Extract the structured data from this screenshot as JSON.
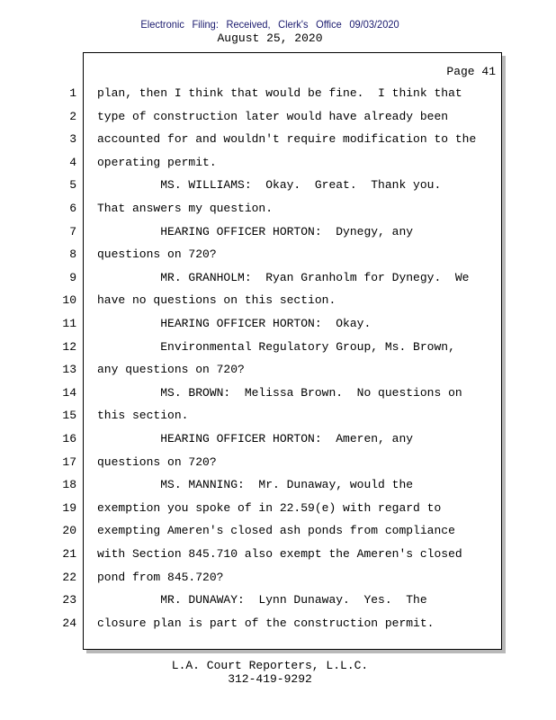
{
  "header": {
    "filing_stamp": "Electronic Filing: Received, Clerk's Office 09/03/2020",
    "date": "August 25, 2020"
  },
  "page": {
    "label": "Page 41",
    "lines": [
      {
        "n": "1",
        "text": "plan, then I think that would be fine.  I think that"
      },
      {
        "n": "2",
        "text": "type of construction later would have already been"
      },
      {
        "n": "3",
        "text": "accounted for and wouldn't require modification to the"
      },
      {
        "n": "4",
        "text": "operating permit."
      },
      {
        "n": "5",
        "text": "         MS. WILLIAMS:  Okay.  Great.  Thank you."
      },
      {
        "n": "6",
        "text": "That answers my question."
      },
      {
        "n": "7",
        "text": "         HEARING OFFICER HORTON:  Dynegy, any"
      },
      {
        "n": "8",
        "text": "questions on 720?"
      },
      {
        "n": "9",
        "text": "         MR. GRANHOLM:  Ryan Granholm for Dynegy.  We"
      },
      {
        "n": "10",
        "text": "have no questions on this section."
      },
      {
        "n": "11",
        "text": "         HEARING OFFICER HORTON:  Okay."
      },
      {
        "n": "12",
        "text": "         Environmental Regulatory Group, Ms. Brown,"
      },
      {
        "n": "13",
        "text": "any questions on 720?"
      },
      {
        "n": "14",
        "text": "         MS. BROWN:  Melissa Brown.  No questions on"
      },
      {
        "n": "15",
        "text": "this section."
      },
      {
        "n": "16",
        "text": "         HEARING OFFICER HORTON:  Ameren, any"
      },
      {
        "n": "17",
        "text": "questions on 720?"
      },
      {
        "n": "18",
        "text": "         MS. MANNING:  Mr. Dunaway, would the"
      },
      {
        "n": "19",
        "text": "exemption you spoke of in 22.59(e) with regard to"
      },
      {
        "n": "20",
        "text": "exempting Ameren's closed ash ponds from compliance"
      },
      {
        "n": "21",
        "text": "with Section 845.710 also exempt the Ameren's closed"
      },
      {
        "n": "22",
        "text": "pond from 845.720?"
      },
      {
        "n": "23",
        "text": "         MR. DUNAWAY:  Lynn Dunaway.  Yes.  The"
      },
      {
        "n": "24",
        "text": "closure plan is part of the construction permit."
      }
    ]
  },
  "footer": {
    "company": "L.A. Court Reporters, L.L.C.",
    "phone": "312-419-9292"
  }
}
